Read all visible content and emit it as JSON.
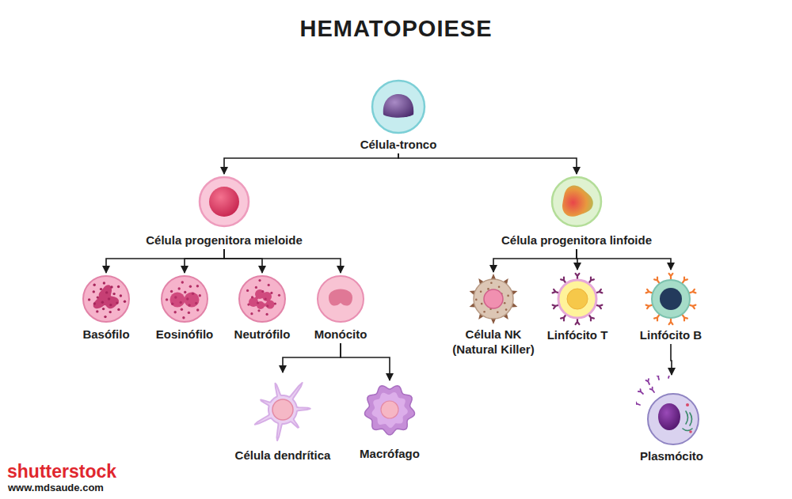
{
  "diagram": {
    "title": "HEMATOPOIESE",
    "nodes": [
      {
        "text": [
          "Célula-tronco"
        ]
      },
      {
        "text": [
          "Célula progenitora mieloide"
        ]
      },
      {
        "text": [
          "Célula progenitora linfoide"
        ]
      },
      {
        "text": [
          "Basófilo"
        ]
      },
      {
        "text": [
          "Eosinófilo"
        ]
      },
      {
        "text": [
          "Neutrófilo"
        ]
      },
      {
        "text": [
          "Monócito"
        ]
      },
      {
        "text": [
          "Célula NK (Natural Killer)"
        ]
      },
      {
        "text": [
          "Linfócito T"
        ]
      },
      {
        "text": [
          "Linfócito B"
        ]
      },
      {
        "text": [
          "Célula dendrítica"
        ]
      },
      {
        "text": [
          "Macrófago"
        ]
      },
      {
        "text": [
          "Plasmócito"
        ]
      }
    ],
    "edges": [
      {
        "from": 0,
        "to": 1,
        "arrow": "to"
      },
      {
        "from": 0,
        "to": 2,
        "arrow": "to"
      },
      {
        "from": 1,
        "to": 3,
        "arrow": "to"
      },
      {
        "from": 1,
        "to": 4,
        "arrow": "to"
      },
      {
        "from": 1,
        "to": 5,
        "arrow": "to"
      },
      {
        "from": 1,
        "to": 6,
        "arrow": "to"
      },
      {
        "from": 2,
        "to": 7,
        "arrow": "to"
      },
      {
        "from": 2,
        "to": 8,
        "arrow": "to"
      },
      {
        "from": 2,
        "to": 9,
        "arrow": "to"
      },
      {
        "from": 6,
        "to": 10,
        "arrow": "to"
      },
      {
        "from": 6,
        "to": 11,
        "arrow": "to"
      },
      {
        "from": 9,
        "to": 12,
        "arrow": "to"
      }
    ],
    "labels": [
      "shutterstock",
      "www.mdsaude.com"
    ]
  }
}
